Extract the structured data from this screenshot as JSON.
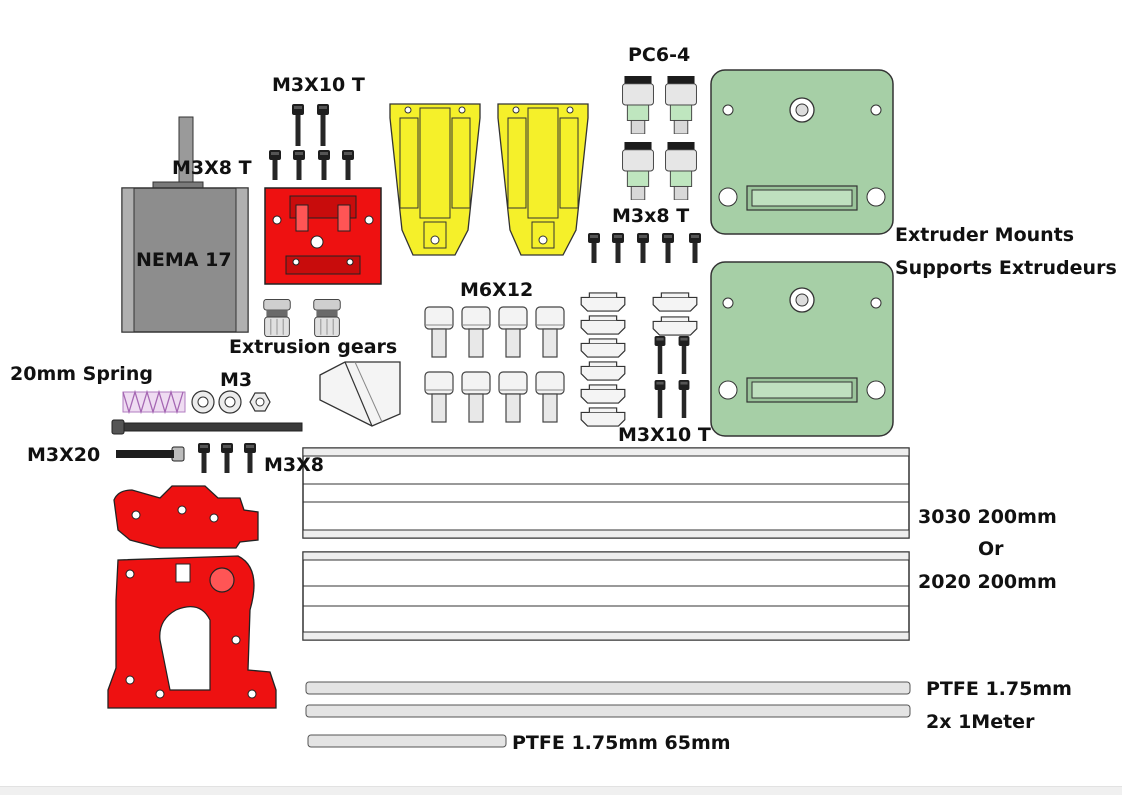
{
  "labels": {
    "m3x10t_top": "M3X10 T",
    "pc6_4": "PC6-4",
    "m3x8t_left": "M3X8 T",
    "nema17": "NEMA 17",
    "m3x8t_right": "M3x8 T",
    "extruder_mounts": "Extruder Mounts",
    "supports_extrudeurs": "Supports Extrudeurs",
    "m6x12": "M6X12",
    "extrusion_gears": "Extrusion gears",
    "spring": "20mm Spring",
    "m3": "M3",
    "m3x10t_bottom": "M3X10 T",
    "m3x20": "M3X20",
    "m3x8": "M3X8",
    "profile_3030": "3030 200mm",
    "profile_or": "Or",
    "profile_2020": "2020 200mm",
    "ptfe_175": "PTFE 1.75mm",
    "ptfe_qty": "2x 1Meter",
    "ptfe_short": "PTFE 1.75mm 65mm"
  },
  "colors": {
    "red_part": "#ee1111",
    "yellow_part": "#f5f02a",
    "green_part": "#a6cfa6",
    "motor_body": "#8d8d8d",
    "metal": "#d9d9d9",
    "screw": "#1e1e1e",
    "outline": "#222222"
  },
  "icons": {
    "motor": "nema17-motor-icon",
    "screw": "screw-icon",
    "fitting": "pneumatic-fitting-icon",
    "gear": "extrusion-gear-icon",
    "bracket": "corner-bracket-icon",
    "tnut": "t-nut-icon",
    "spring": "spring-icon",
    "washer": "washer-icon",
    "nut": "hex-nut-icon"
  }
}
